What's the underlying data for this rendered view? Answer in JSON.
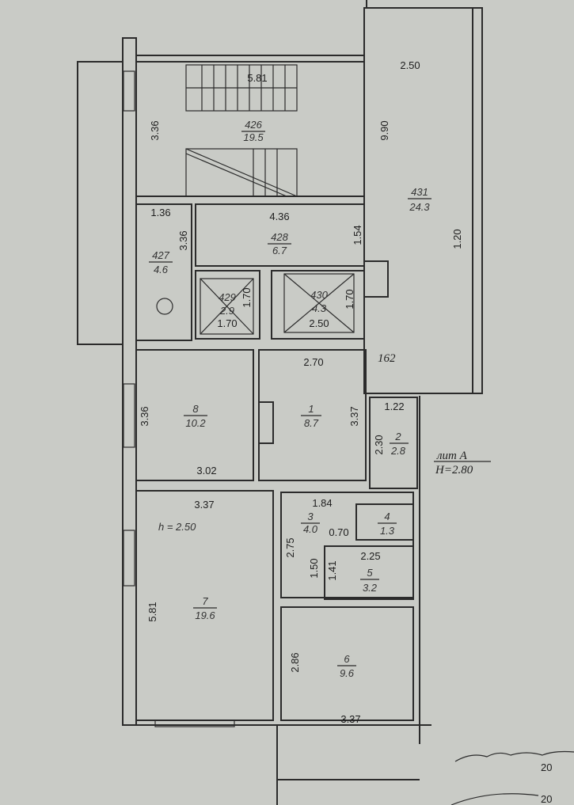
{
  "plan": {
    "rooms": [
      {
        "id": "426",
        "area": "19.5"
      },
      {
        "id": "427",
        "area": "4.6"
      },
      {
        "id": "428",
        "area": "6.7"
      },
      {
        "id": "429",
        "area": "2.9"
      },
      {
        "id": "430",
        "area": "4.3"
      },
      {
        "id": "431",
        "area": "24.3"
      },
      {
        "id": "8",
        "area": "10.2"
      },
      {
        "id": "1",
        "area": "8.7"
      },
      {
        "id": "2",
        "area": "2.8"
      },
      {
        "id": "7",
        "area": "19.6"
      },
      {
        "id": "3",
        "area": "4.0"
      },
      {
        "id": "4",
        "area": "1.3"
      },
      {
        "id": "5",
        "area": "3.2"
      },
      {
        "id": "6",
        "area": "9.6"
      }
    ],
    "dimensions": [
      "5.81",
      "3.36",
      "9.90",
      "2.50",
      "1.36",
      "3.36",
      "4.36",
      "1.54",
      "1.20",
      "1.70",
      "1.70",
      "1.70",
      "2.50",
      "2.70",
      "3.36",
      "3.37",
      "3.02",
      "1.22",
      "2.30",
      "3.37",
      "1.84",
      "0.70",
      "2.75",
      "1.50",
      "1.41",
      "2.25",
      "5.81",
      "2.86",
      "3.37"
    ],
    "ceiling_note": "h = 2.50",
    "handwritten_number": "162",
    "building_label": "лит А",
    "building_height": "H=2.80",
    "stamp_numbers": [
      "20",
      "20"
    ]
  }
}
